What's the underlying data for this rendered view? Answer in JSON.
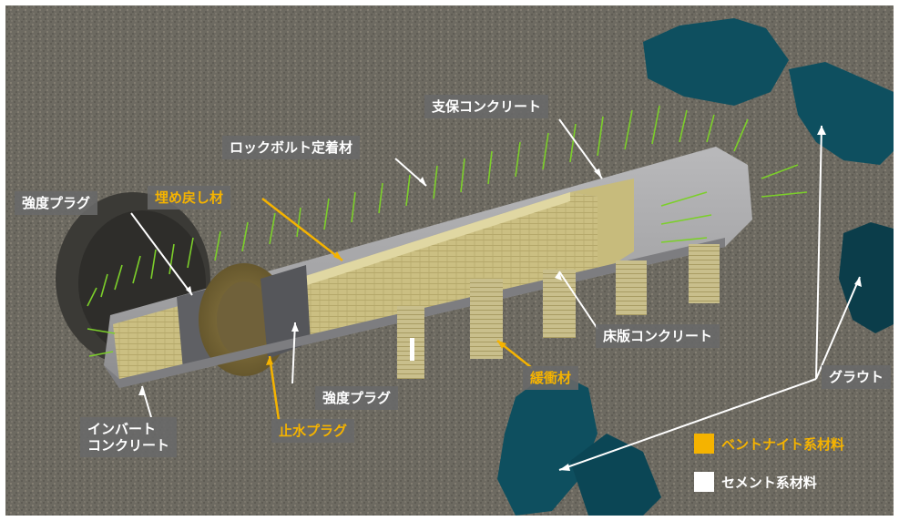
{
  "labels": {
    "support_concrete": "支保コンクリート",
    "rockbolt_anchor": "ロックボルト定着材",
    "strength_plug_top": "強度プラグ",
    "backfill": "埋め戻し材",
    "floor_slab_concrete": "床版コンクリート",
    "buffer": "緩衝材",
    "strength_plug_bottom": "強度プラグ",
    "water_stop_plug": "止水プラグ",
    "invert_line1": "インバート",
    "invert_line2": "コンクリート",
    "grout": "グラウト"
  },
  "legend": [
    {
      "label": "ベントナイト系材料",
      "color": "#f5b300"
    },
    {
      "label": "セメント系材料",
      "color": "#ffffff"
    }
  ],
  "colors": {
    "bentonite_text": "#f5b300",
    "cement_text": "#ffffff",
    "label_bg": "#696969",
    "grout": "#0e4f5f",
    "rock": "#6e6a60",
    "bolt": "#7ccf2a",
    "backfill": "#cfc58a",
    "concrete": "#9a9a9a"
  }
}
